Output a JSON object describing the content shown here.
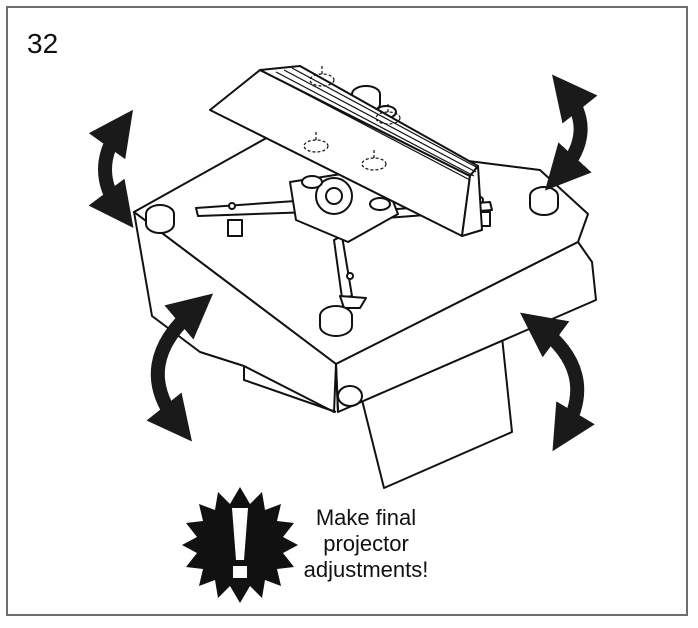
{
  "step": {
    "number": "32"
  },
  "warning": {
    "icon": "exclamation-burst-icon",
    "lines": [
      "Make final",
      "projector",
      "adjustments!"
    ]
  },
  "colors": {
    "stroke": "#111111",
    "fill": "#ffffff",
    "frame": "#6e6e6e",
    "arrow": "#1a1a1a"
  }
}
